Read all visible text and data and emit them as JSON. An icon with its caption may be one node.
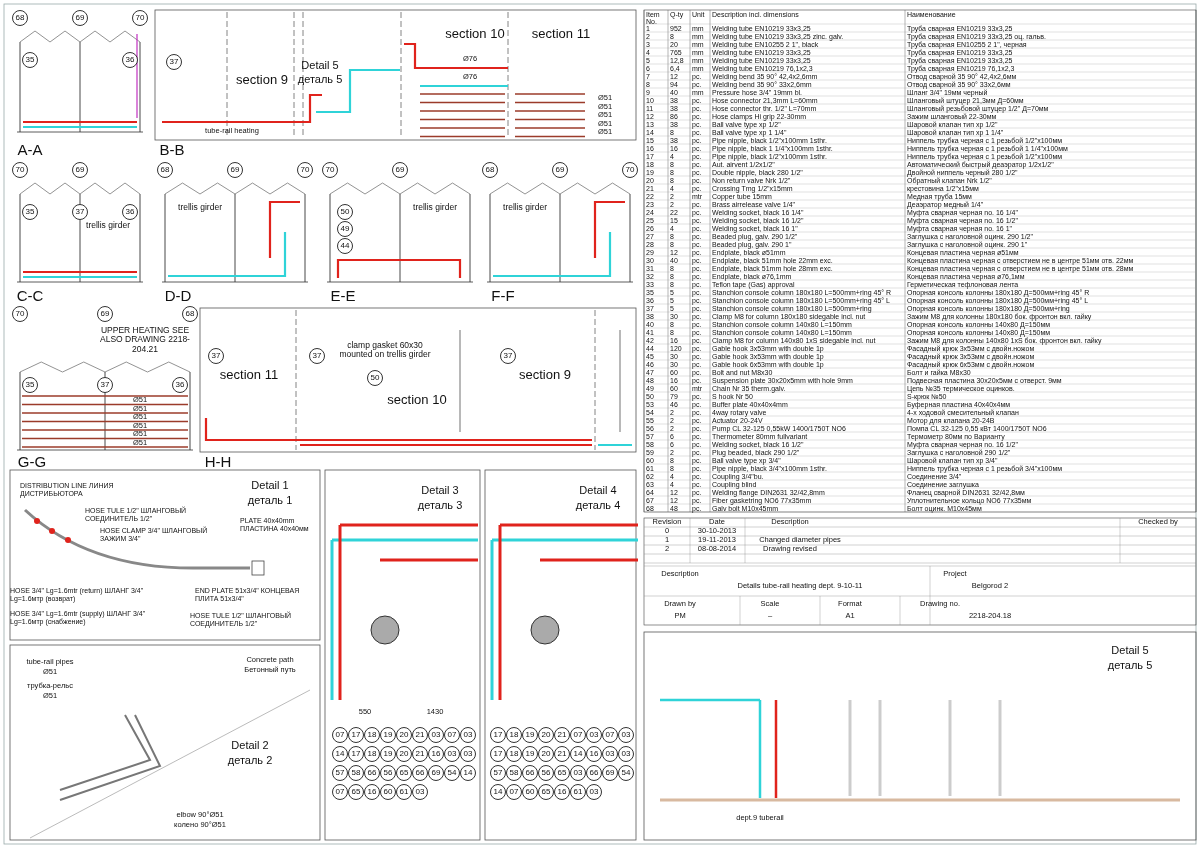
{
  "diagram": {
    "labels": [
      "68",
      "69",
      "70",
      "35",
      "36",
      "A-A",
      "37",
      "section 9",
      "Detail 5",
      "деталь 5",
      "Ø76",
      "Ø76",
      "section 10",
      "section 11",
      "Ø51",
      "Ø51",
      "Ø51",
      "Ø51",
      "Ø51",
      "tube-rail heating",
      "B-B",
      "70",
      "69",
      "trellis girder",
      "35",
      "37",
      "36",
      "C-C",
      "68",
      "69",
      "70",
      "trellis girder",
      "D-D",
      "70",
      "69",
      "trellis girder",
      "50",
      "49",
      "44",
      "E-E",
      "68",
      "69",
      "70",
      "trellis girder",
      "F-F",
      "70",
      "69",
      "68",
      "UPPER HEATING SEE ALSO DRAWING 2218-204.21",
      "35",
      "37",
      "36",
      "Ø51",
      "Ø51",
      "Ø51",
      "Ø51",
      "Ø51",
      "Ø51",
      "G-G",
      "37",
      "section 11",
      "37",
      "clamp gasket 60x30 mounted on trellis girder",
      "50",
      "section 10",
      "37",
      "section 9",
      "H-H",
      "Detail 1",
      "деталь 1",
      "DISTRIBUTION LINE ЛИНИЯ ДИСТРИБЬЮТОРА",
      "HOSE TULE 1/2\" ШЛАНГОВЫЙ СОЕДИНИТЕЛЬ 1/2\"",
      "HOSE CLAMP 3/4\" ШЛАНГОВЫЙ ЗАЖИМ 3/4\"",
      "PLATE 40x40mm ПЛАСТИНА 40x40мм",
      "HOSE 3/4\" Lg=1.6mtr (return) ШЛАНГ 3/4\" Lg=1.6мтр (возврат)",
      "HOSE 3/4\" Lg=1.6mtr (supply) ШЛАНГ 3/4\" Lg=1.6мтр (снабжение)",
      "END PLATE 51x3/4\" КОНЦЕВАЯ ПЛИТА 51x3/4\"",
      "HOSE TULE 1/2\" ШЛАНГОВЫЙ СОЕДИНИТЕЛЬ 1/2\"",
      "tube-rail pipes",
      "Ø51",
      "трубка-рельс",
      "Ø51",
      "Concrete path",
      "Бетонный путь",
      "Detail 2",
      "деталь 2",
      "elbow 90°Ø51",
      "колено 90°Ø51",
      "Detail 3",
      "деталь 3",
      "550",
      "1430",
      "07",
      "17",
      "18",
      "19",
      "20",
      "21",
      "03",
      "07",
      "03",
      "14",
      "17",
      "18",
      "19",
      "20",
      "21",
      "16",
      "03",
      "03",
      "57",
      "58",
      "66",
      "56",
      "65",
      "66",
      "69",
      "54",
      "14",
      "07",
      "65",
      "16",
      "60",
      "61",
      "03",
      "Detail 4",
      "деталь 4",
      "17",
      "18",
      "19",
      "20",
      "21",
      "07",
      "03",
      "07",
      "03",
      "17",
      "18",
      "19",
      "20",
      "21",
      "14",
      "16",
      "03",
      "03",
      "57",
      "58",
      "66",
      "56",
      "65",
      "03",
      "66",
      "69",
      "54",
      "14",
      "07",
      "60",
      "65",
      "16",
      "61",
      "03",
      "Detail 5",
      "деталь 5",
      "dept.9 tuberail",
      "Item No.",
      "Q-ty",
      "Unit",
      "Description incl. dimensions",
      "Наименование",
      "1",
      "952",
      "mm",
      "Welding tube EN10219 33x3,25",
      "Труба сварная EN10219 33x3,25",
      "2",
      "8",
      "mm",
      "Welding tube EN10219 33x3,25 zinc. galv.",
      "Труба сварная EN10219 33x3,25 оц. гальв.",
      "3",
      "20",
      "mm",
      "Welding tube EN10255 2 1\", black",
      "Труба сварная EN10255 2 1\", черная",
      "4",
      "765",
      "mm",
      "Welding tube EN10219 33x3,25",
      "Труба сварная EN10219 33x3,25",
      "5",
      "12,8",
      "mm",
      "Welding tube EN10219 33x3,25",
      "Труба сварная EN10219 33x3,25",
      "6",
      "6,4",
      "mm",
      "Welding tube EN10219 76,1x2,3",
      "Труба сварная EN10219 76,1x2,3",
      "7",
      "12",
      "pc.",
      "Welding bend 35 90° 42,4x2,6mm",
      "Отвод сварной 35 90° 42,4x2,6мм",
      "8",
      "94",
      "pc.",
      "Welding bend 35 90° 33x2,6mm",
      "Отвод сварной 35 90° 33x2,6мм",
      "9",
      "40",
      "mm",
      "Pressure hose 3/4\" 19mm bl.",
      "Шланг 3/4\" 19мм черный",
      "10",
      "38",
      "pc.",
      "Hose connector 21,3mm L=60mm",
      "Шланговый штуцер 21,3мм Д=60мм",
      "11",
      "38",
      "pc.",
      "Hose connector thr. 1/2\" L=70mm",
      "Шланговый резьбовой штуцер 1/2\" Д=70мм",
      "12",
      "86",
      "pc.",
      "Hose clamps Hi grip 22-30mm",
      "Зажим шланговый 22-30мм",
      "13",
      "38",
      "pc.",
      "Ball valve type xp 1/2\"",
      "Шаровой клапан тип хр 1/2\"",
      "14",
      "8",
      "pc.",
      "Ball valve type xp 1 1/4\"",
      "Шаровой клапан тип хр 1 1/4\"",
      "15",
      "38",
      "pc.",
      "Pipe nipple, black 1/2\"x100mm 1sthr.",
      "Ниппель трубка черная с 1 резьбой 1/2\"x100мм",
      "16",
      "16",
      "pc.",
      "Pipe nipple, black 1 1/4\"x100mm 1sthr.",
      "Ниппель трубка черная с 1 резьбой 1 1/4\"x100мм",
      "17",
      "4",
      "pc.",
      "Pipe nipple, black 1/2\"x100mm 1sthr.",
      "Ниппель трубка черная с 1 резьбой 1/2\"x100мм",
      "18",
      "8",
      "pc.",
      "Aut. airvent 1/2x1/2\"",
      "Автоматический быстрый деаэратор 1/2x1/2\"",
      "19",
      "8",
      "pc.",
      "Double nipple, black 280 1/2\"",
      "Двойной ниппель черный 280 1/2\"",
      "20",
      "8",
      "pc.",
      "Non return valve Nrk 1/2\"",
      "Обратный клапан Nrk 1/2\"",
      "21",
      "4",
      "pc.",
      "Crossing Tmg 1/2\"x15mm",
      "крестовина 1/2\"x15мм",
      "22",
      "2",
      "mtr",
      "Copper tube 15mm",
      "Медная труба 15мм",
      "23",
      "2",
      "pc.",
      "Brass airrelease valve 1/4\"",
      "Деаэратор медный 1/4\"",
      "24",
      "22",
      "pc.",
      "Welding socket, black 16 1/4\"",
      "Муфта сварная черная no. 16 1/4\"",
      "25",
      "15",
      "pc.",
      "Welding socket, black 16 1/2\"",
      "Муфта сварная черная no. 16 1/2\"",
      "26",
      "4",
      "pc.",
      "Welding socket, black 16 1\"",
      "Муфта сварная черная no. 16 1\"",
      "27",
      "8",
      "pc.",
      "Beaded plug, galv. 290 1/2\"",
      "Заглушка с наголовной оцинк. 290 1/2\"",
      "28",
      "8",
      "pc.",
      "Beaded plug, galv. 290 1\"",
      "Заглушка с наголовной оцинк. 290 1\"",
      "29",
      "12",
      "pc.",
      "Endplate, black ø51mm",
      "Концевая пластина черная ø51мм",
      "30",
      "40",
      "pc.",
      "Endplate, black 51mm hole 22mm exc.",
      "Концевая пластина черная с отверстием не в центре 51мм отв. 22мм",
      "31",
      "8",
      "pc.",
      "Endplate, black 51mm hole 28mm exc.",
      "Концевая пластина черная с отверстием не в центре 51мм отв. 28мм",
      "32",
      "8",
      "pc.",
      "Endplate, black ø76,1mm",
      "Концевая пластина черная ø76,1мм",
      "33",
      "8",
      "pc.",
      "Teflon tape (Gas) approval",
      "Герметическая тефлоновая лента",
      "35",
      "5",
      "pc.",
      "Stanchion console column 180x180 L=500mm+ring 45° R",
      "Опорная консоль колонны 180x180 Д=500мм+ring 45° R",
      "36",
      "5",
      "pc.",
      "Stanchion console column 180x180 L=500mm+ring 45° L",
      "Опорная консоль колонны 180x180 Д=500мм+ring 45° L",
      "37",
      "5",
      "pc.",
      "Stanchion console column 180x180 L=500mm+ring",
      "Опорная консоль колонны 180x180 Д=500мм+ring",
      "38",
      "30",
      "pc.",
      "Clamp M8 for column 180x180 sidegable incl. nut",
      "Зажим M8 для колонны 180x180 бок. фронтон вкл. гайку",
      "40",
      "8",
      "pc.",
      "Stanchion console column 140x80 L=150mm",
      "Опорная консоль колонны 140x80 Д=150мм",
      "41",
      "8",
      "pc.",
      "Stanchion console column 140x80 L=150mm",
      "Опорная консоль колонны 140x80 Д=150мм",
      "42",
      "16",
      "pc.",
      "Clamp M8 for column 140x80 1xS sidegable incl. nut",
      "Зажим M8 для колонны 140x80 1xS бок. фронтон вкл. гайку",
      "44",
      "120",
      "pc.",
      "Gable hook 3x53mm with double 1p",
      "Фасадный крюк 3x53мм с двойн.ножом",
      "45",
      "30",
      "pc.",
      "Gable hook 3x53mm with double 1p",
      "Фасадный крюк 3x53мм с двойн.ножом",
      "46",
      "30",
      "pc.",
      "Gable hook 6x53mm with double 1p",
      "Фасадный крюк 6x53мм с двойн.ножом",
      "47",
      "60",
      "pc.",
      "Bolt and nut M8x30",
      "Болт и гайка M8x30",
      "48",
      "16",
      "pc.",
      "Suspension plate 30x20x5mm with hole 9mm",
      "Подвесная пластина 30x20x5мм с отверст. 9мм",
      "49",
      "60",
      "mtr",
      "Chain Nr 35 therm.galv.",
      "Цепь №35 термическое оцинков.",
      "50",
      "79",
      "pc.",
      "S hook Nr 50",
      "S-крюк №50",
      "53",
      "46",
      "pc.",
      "Buffer plate 40x40x4mm",
      "Буферная пластина 40x40x4мм",
      "54",
      "2",
      "pc.",
      "4way rotary valve",
      "4-х ходовой смесительный клапан",
      "55",
      "2",
      "pc.",
      "Actuator 20-24V",
      "Мотор для клапана 20-24В",
      "56",
      "2",
      "pc.",
      "Pump CL 32-125 0,55kW 1400/1750T NO6",
      "Помпа CL 32-125 0,55 кВт 1400/1750T NO6",
      "57",
      "6",
      "pc.",
      "Thermometer 80mm fullvariant",
      "Термометр 80мм по Варианту",
      "58",
      "6",
      "pc.",
      "Welding socket, black 16 1/2\"",
      "Муфта сварная черная no. 16 1/2\"",
      "59",
      "2",
      "pc.",
      "Plug beaded, black 290 1/2\"",
      "Заглушка с наголовной 290 1/2\"",
      "60",
      "8",
      "pc.",
      "Ball valve type xp 3/4\"",
      "Шаровой клапан тип хр 3/4\"",
      "61",
      "8",
      "pc.",
      "Pipe nipple, black 3/4\"x100mm 1sthr.",
      "Ниппель трубка черная с 1 резьбой 3/4\"x100мм",
      "62",
      "4",
      "pc.",
      "Coupling 3/4\"bu.",
      "Соединение 3/4\"",
      "63",
      "4",
      "pc.",
      "Coupling blind",
      "Соединение заглушка",
      "64",
      "12",
      "pc.",
      "Welding flange DIN2631 32/42,8mm",
      "Фланец сварной DIN2631 32/42,8мм",
      "67",
      "12",
      "pc.",
      "Fiber gasketring NO6 77x35mm",
      "Уплотнительное кольцо NO6 77x35мм",
      "68",
      "48",
      "pc.",
      "Galv bolt M10x45mm",
      "Болт оцинк. M10x45мм",
      "Revision",
      "Date",
      "Description",
      "Checked by",
      "0",
      "30-10-2013",
      "1",
      "19-11-2013",
      "Changed diameter pipes",
      "2",
      "08-08-2014",
      "Drawing revised",
      "Description",
      "Details tube-rail heating dept. 9-10-11",
      "Project",
      "Belgorod 2",
      "Drawn by",
      "Scale",
      "Format",
      "Drawing no.",
      "PM",
      "–",
      "A1",
      "2218-204.18"
    ]
  }
}
